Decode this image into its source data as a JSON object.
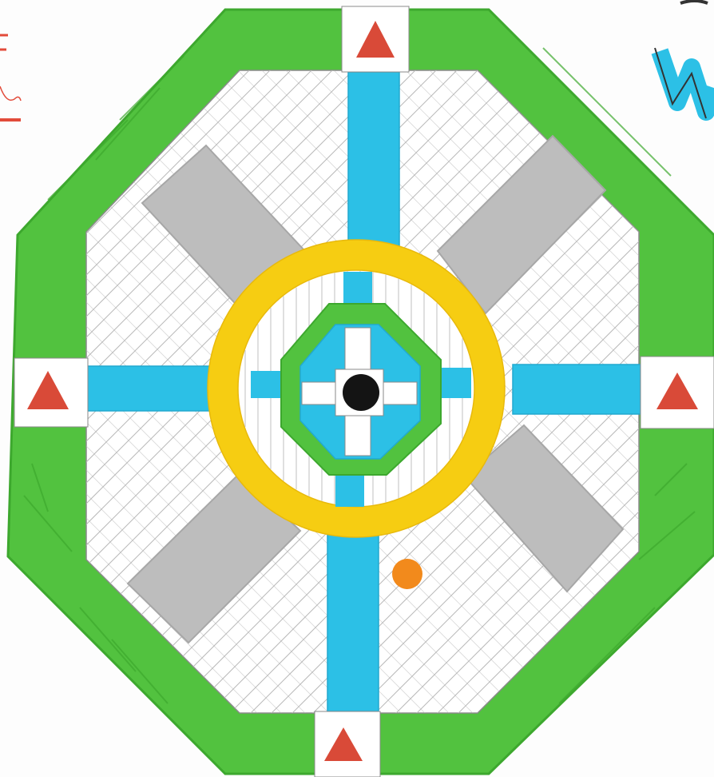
{
  "palette": {
    "paper": "#fdfdfd",
    "outline": "#8a8a8a",
    "hatch": "#b9b9b9",
    "green_ring": "#52c23f",
    "green_ring_dark": "#3da82e",
    "blue_paths": "#2cc0e6",
    "blue_paths_dark": "#22a9cf",
    "grey_paths": "#bdbdbd",
    "grey_paths_dark": "#a7a7a7",
    "yellow_ring": "#f6cd12",
    "yellow_ring_dark": "#e8b90c",
    "gate_markers": "#d94a38",
    "center_dot": "#141414",
    "orange_ball": "#f28a1c",
    "corner_letter_red": "#e24b3a",
    "corner_letter_blue": "#2cc0e6"
  },
  "gates": [
    "north-gate",
    "east-gate",
    "south-gate",
    "west-gate"
  ],
  "icons": {
    "gate_marker": "triangle-icon",
    "center": "black-dot",
    "ball": "orange-ball"
  }
}
